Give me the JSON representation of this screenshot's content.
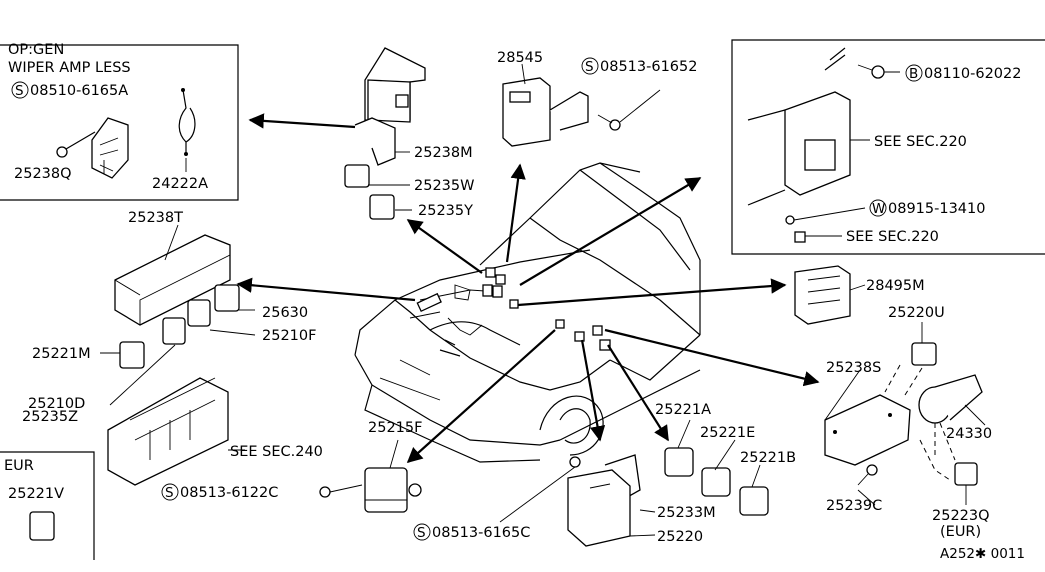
{
  "options": {
    "line1": "OP:GEN",
    "line2": "WIPER AMP LESS"
  },
  "labels": {
    "screw_a": "08510-6165A",
    "bracket_q": "25238Q",
    "harness": "24222A",
    "relay_main": "28545",
    "screw_b": "08513-61652",
    "bolt_c": "08110-62022",
    "see_220_a": "SEE SEC.220",
    "washer_d": "08915-13410",
    "see_220_b": "SEE SEC.220",
    "bracket_m": "25238M",
    "relay_w": "25235W",
    "relay_y": "25235Y",
    "cover_t": "25238T",
    "relay_630": "25630",
    "relay_210f": "25210F",
    "relay_221m": "25221M",
    "relay_210d": "25210D",
    "relay_235z": "25235Z",
    "see_240": "SEE SEC.240",
    "eur_box": "EUR",
    "relay_221v": "25221V",
    "relay_215f": "25215F",
    "screw_e": "08513-6122C",
    "unit_28495m": "28495M",
    "relay_220u": "25220U",
    "bracket_s": "25238S",
    "relay_221a": "25221A",
    "relay_221e": "25221E",
    "relay_221b": "25221B",
    "horn_24330": "24330",
    "bracket_239c": "25239C",
    "relay_223q": "25223Q",
    "eur_note": "(EUR)",
    "bracket_233m": "25233M",
    "screw_f": "08513-6165C",
    "flasher_220": "25220",
    "diagram_code": "A252✱ 0011"
  },
  "prefixes": {
    "s": "S",
    "b": "B",
    "w": "W"
  }
}
